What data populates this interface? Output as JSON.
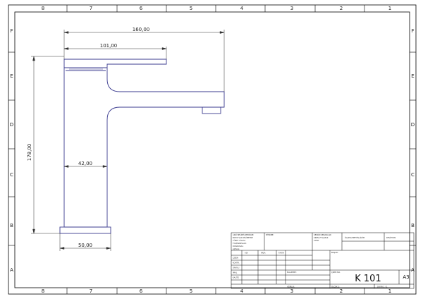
{
  "border": {
    "columns": [
      "8",
      "7",
      "6",
      "5",
      "4",
      "3",
      "2",
      "1"
    ],
    "rows": [
      "F",
      "E",
      "D",
      "C",
      "B",
      "A"
    ]
  },
  "dimensions": {
    "overall_width": "160,00",
    "lever_length": "101,00",
    "height": "178,00",
    "body_offset": "42,00",
    "base_width": "50,00"
  },
  "title_block": {
    "general_notes": [
      "AKSİ BELİRTİLMEDİKÇE:",
      "BOYUTLAR MİLİMETRE",
      "YÜZEY CİLASI:",
      "TOLERANSLAR:",
      "DOĞRUSAL:",
      "AÇISAL:"
    ],
    "finish_label": "BİTİRME:",
    "edge_note": [
      "KESKİN KENARLARI",
      "KIRIN VE ÇAPAK",
      "ALMA"
    ],
    "do_not_scale": "ÖLÇEKLEMEYİN ÇİZİM",
    "revision": "REVİZYON",
    "header": {
      "name": "ADI",
      "sign": "İMZA",
      "date": "TARİH"
    },
    "roles": [
      "ÇİZEN",
      "KONTR.",
      "ONAYLI",
      "İMAL",
      "KALİTE"
    ],
    "material": "MALZEME:",
    "title_label": "BAŞLIK:",
    "drawing_no_label": "ÇİZİM NO.",
    "title_value": "K 101",
    "sheet_size": "A3",
    "weight": "AĞIRLIK:",
    "scale": "ÖLÇEK:1:",
    "sheet": "SAYFA 1 / 1"
  }
}
